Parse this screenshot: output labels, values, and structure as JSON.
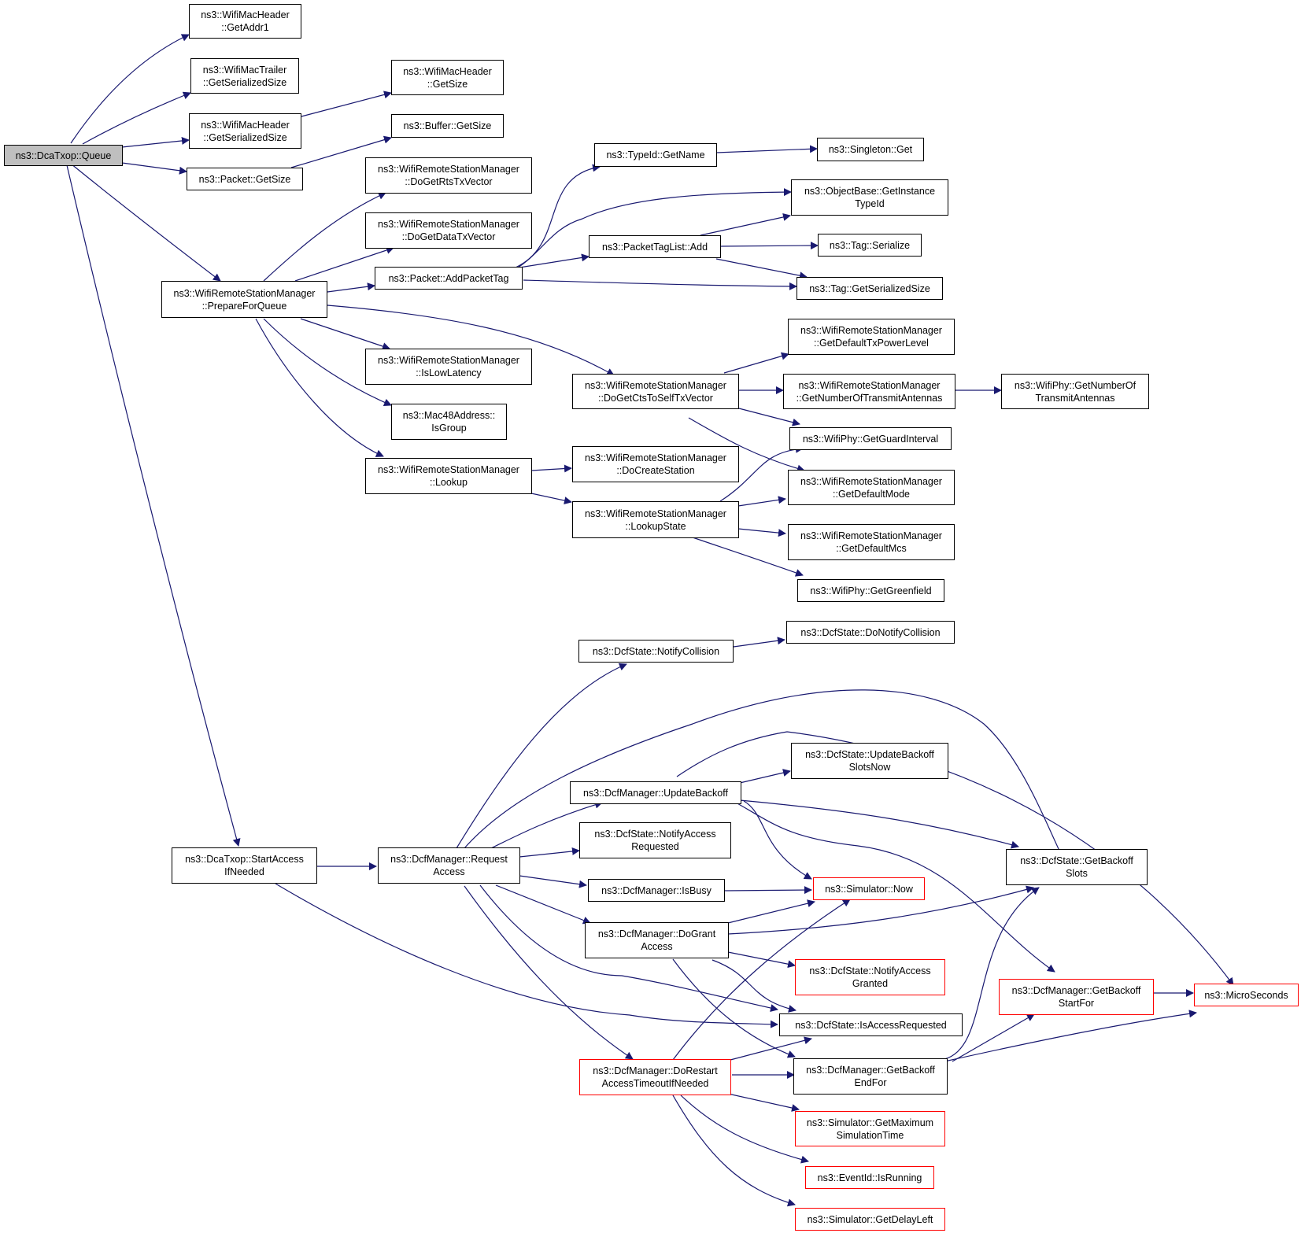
{
  "colors": {
    "edge": "#191970",
    "border": "#000000",
    "border_truncated": "#ff0000",
    "root_fill": "#bfbfbf"
  },
  "nodes": {
    "queue": [
      "ns3::DcaTxop::Queue"
    ],
    "hdr_addr1": [
      "ns3::WifiMacHeader",
      "::GetAddr1"
    ],
    "trailer_size": [
      "ns3::WifiMacTrailer",
      "::GetSerializedSize"
    ],
    "hdr_serial": [
      "ns3::WifiMacHeader",
      "::GetSerializedSize"
    ],
    "pkt_size": [
      "ns3::Packet::GetSize"
    ],
    "hdr_size": [
      "ns3::WifiMacHeader",
      "::GetSize"
    ],
    "buf_size": [
      "ns3::Buffer::GetSize"
    ],
    "prepare": [
      "ns3::WifiRemoteStationManager",
      "::PrepareForQueue"
    ],
    "rts": [
      "ns3::WifiRemoteStationManager",
      "::DoGetRtsTxVector"
    ],
    "data_tx": [
      "ns3::WifiRemoteStationManager",
      "::DoGetDataTxVector"
    ],
    "add_tag": [
      "ns3::Packet::AddPacketTag"
    ],
    "typeid_name": [
      "ns3::TypeId::GetName"
    ],
    "singleton": [
      "ns3::Singleton::Get"
    ],
    "instance_typeid": [
      "ns3::ObjectBase::GetInstance",
      "TypeId"
    ],
    "taglist_add": [
      "ns3::PacketTagList::Add"
    ],
    "tag_serialize": [
      "ns3::Tag::Serialize"
    ],
    "tag_serial_size": [
      "ns3::Tag::GetSerializedSize"
    ],
    "low_latency": [
      "ns3::WifiRemoteStationManager",
      "::IsLowLatency"
    ],
    "cts_self": [
      "ns3::WifiRemoteStationManager",
      "::DoGetCtsToSelfTxVector"
    ],
    "def_power": [
      "ns3::WifiRemoteStationManager",
      "::GetDefaultTxPowerLevel"
    ],
    "num_tx_ant": [
      "ns3::WifiRemoteStationManager",
      "::GetNumberOfTransmitAntennas"
    ],
    "phy_num_ant": [
      "ns3::WifiPhy::GetNumberOf",
      "TransmitAntennas"
    ],
    "is_group": [
      "ns3::Mac48Address::",
      "IsGroup"
    ],
    "guard": [
      "ns3::WifiPhy::GetGuardInterval"
    ],
    "def_mode": [
      "ns3::WifiRemoteStationManager",
      "::GetDefaultMode"
    ],
    "lookup": [
      "ns3::WifiRemoteStationManager",
      "::Lookup"
    ],
    "create_station": [
      "ns3::WifiRemoteStationManager",
      "::DoCreateStation"
    ],
    "lookup_state": [
      "ns3::WifiRemoteStationManager",
      "::LookupState"
    ],
    "def_mcs": [
      "ns3::WifiRemoteStationManager",
      "::GetDefaultMcs"
    ],
    "greenfield": [
      "ns3::WifiPhy::GetGreenfield"
    ],
    "notify_coll": [
      "ns3::DcfState::NotifyCollision"
    ],
    "do_notify_coll": [
      "ns3::DcfState::DoNotifyCollision"
    ],
    "update_slots": [
      "ns3::DcfState::UpdateBackoff",
      "SlotsNow"
    ],
    "update_backoff": [
      "ns3::DcfManager::UpdateBackoff"
    ],
    "start_access": [
      "ns3::DcaTxop::StartAccess",
      "IfNeeded"
    ],
    "request_access": [
      "ns3::DcfManager::Request",
      "Access"
    ],
    "notify_req": [
      "ns3::DcfState::NotifyAccess",
      "Requested"
    ],
    "backoff_slots": [
      "ns3::DcfState::GetBackoff",
      "Slots"
    ],
    "is_busy": [
      "ns3::DcfManager::IsBusy"
    ],
    "sim_now": [
      "ns3::Simulator::Now"
    ],
    "grant_access": [
      "ns3::DcfManager::DoGrant",
      "Access"
    ],
    "notify_granted": [
      "ns3::DcfState::NotifyAccess",
      "Granted"
    ],
    "backoff_start": [
      "ns3::DcfManager::GetBackoff",
      "StartFor"
    ],
    "microseconds": [
      "ns3::MicroSeconds"
    ],
    "is_requested": [
      "ns3::DcfState::IsAccessRequested"
    ],
    "restart_timeout": [
      "ns3::DcfManager::DoRestart",
      "AccessTimeoutIfNeeded"
    ],
    "backoff_end": [
      "ns3::DcfManager::GetBackoff",
      "EndFor"
    ],
    "max_time": [
      "ns3::Simulator::GetMaximum",
      "SimulationTime"
    ],
    "is_running": [
      "ns3::EventId::IsRunning"
    ],
    "delay_left": [
      "ns3::Simulator::GetDelayLeft"
    ]
  }
}
